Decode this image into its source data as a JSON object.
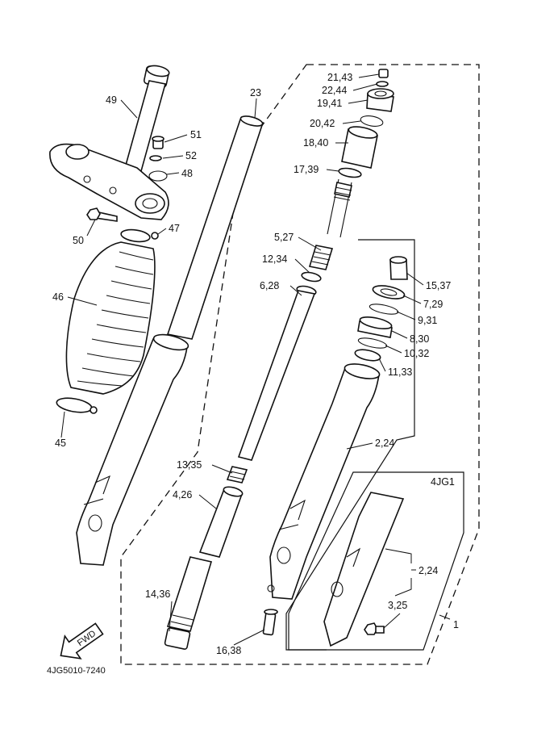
{
  "diagram": {
    "drawing_code": "4JG5010-7240",
    "fwd_label": "FWD",
    "variant_box_title": "4JG1",
    "callouts": [
      {
        "id": "c-21-43",
        "text": "21,43"
      },
      {
        "id": "c-22-44",
        "text": "22,44"
      },
      {
        "id": "c-19-41",
        "text": "19,41"
      },
      {
        "id": "c-20-42",
        "text": "20,42"
      },
      {
        "id": "c-18-40",
        "text": "18,40"
      },
      {
        "id": "c-17-39",
        "text": "17,39"
      },
      {
        "id": "c-5-27",
        "text": "5,27"
      },
      {
        "id": "c-12-34",
        "text": "12,34"
      },
      {
        "id": "c-6-28",
        "text": "6,28"
      },
      {
        "id": "c-15-37",
        "text": "15,37"
      },
      {
        "id": "c-7-29",
        "text": "7,29"
      },
      {
        "id": "c-9-31",
        "text": "9,31"
      },
      {
        "id": "c-8-30",
        "text": "8,30"
      },
      {
        "id": "c-10-32",
        "text": "10,32"
      },
      {
        "id": "c-11-33",
        "text": "11,33"
      },
      {
        "id": "c-2-24",
        "text": "2,24"
      },
      {
        "id": "c-2-24-b",
        "text": "2,24"
      },
      {
        "id": "c-3-25",
        "text": "3,25"
      },
      {
        "id": "c-1",
        "text": "1"
      },
      {
        "id": "c-13-35",
        "text": "13,35"
      },
      {
        "id": "c-4-26",
        "text": "4,26"
      },
      {
        "id": "c-14-36",
        "text": "14,36"
      },
      {
        "id": "c-16-38",
        "text": "16,38"
      },
      {
        "id": "c-23",
        "text": "23"
      },
      {
        "id": "c-49",
        "text": "49"
      },
      {
        "id": "c-51",
        "text": "51"
      },
      {
        "id": "c-52",
        "text": "52"
      },
      {
        "id": "c-48",
        "text": "48"
      },
      {
        "id": "c-50",
        "text": "50"
      },
      {
        "id": "c-47",
        "text": "47"
      },
      {
        "id": "c-46",
        "text": "46"
      },
      {
        "id": "c-45",
        "text": "45"
      }
    ]
  }
}
